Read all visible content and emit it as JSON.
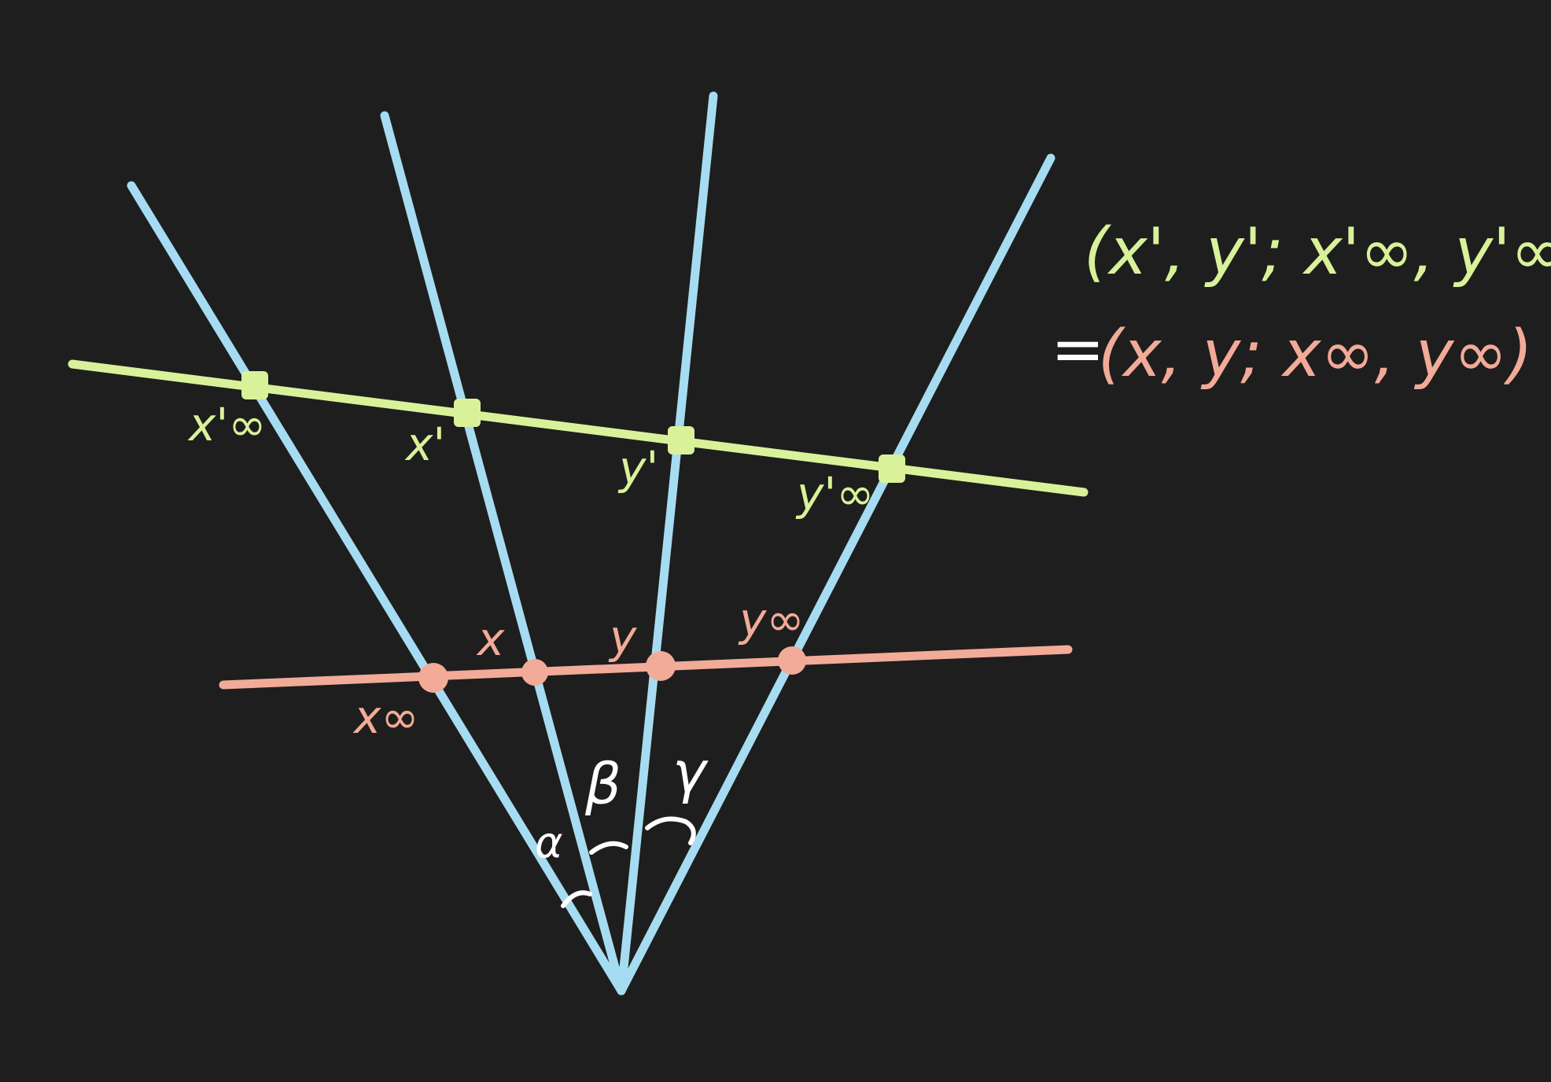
{
  "colors": {
    "background": "#1e1e1e",
    "rays": "#a6dcf2",
    "upper_line": "#d9f29a",
    "lower_line": "#f2ab98",
    "angle_marks": "#ffffff"
  },
  "upper_points": {
    "x_inf_prime": "x'∞",
    "x_prime": "x'",
    "y_prime": "y'",
    "y_inf_prime": "y'∞"
  },
  "lower_points": {
    "x_inf": "x∞",
    "x": "x",
    "y": "y",
    "y_inf": "y∞"
  },
  "angles": {
    "alpha": "α",
    "beta": "β",
    "gamma": "γ"
  },
  "equation": {
    "line1": "(x', y'; x'∞, y'∞)",
    "equals": "=",
    "line2": "(x, y; x∞, y∞)"
  }
}
